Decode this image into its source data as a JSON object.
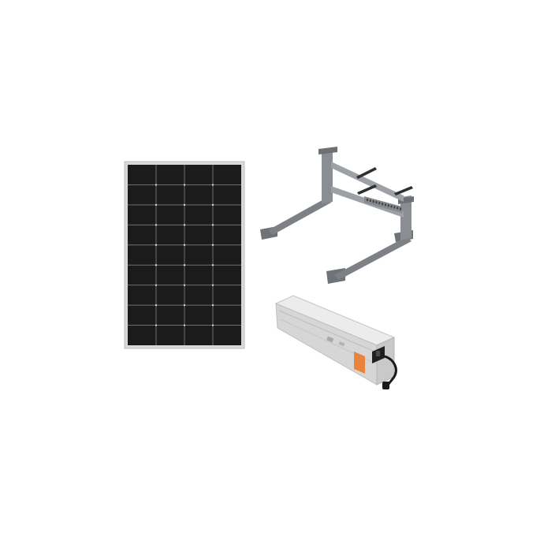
{
  "canvas": {
    "background": "#ffffff"
  },
  "products": [
    {
      "id": "solar-panel",
      "kind": "monocrystalline solar panel",
      "frame_color": "#d9d9d9",
      "cell_color": "#1b1b1b",
      "grid_line_color": "#6e6e6e",
      "cell_columns": 4,
      "cell_rows": 9
    },
    {
      "id": "mounting-frame",
      "kind": "adjustable metal mounting stand",
      "metal_color": "#7b7f84",
      "highlight_color": "#a9adb2",
      "shadow_color": "#55585c"
    },
    {
      "id": "battery-box",
      "kind": "aluminium battery pack",
      "body_color": "#d8d8d8",
      "label_color": "#e8843c",
      "cable_color": "#1a1a1a"
    }
  ]
}
